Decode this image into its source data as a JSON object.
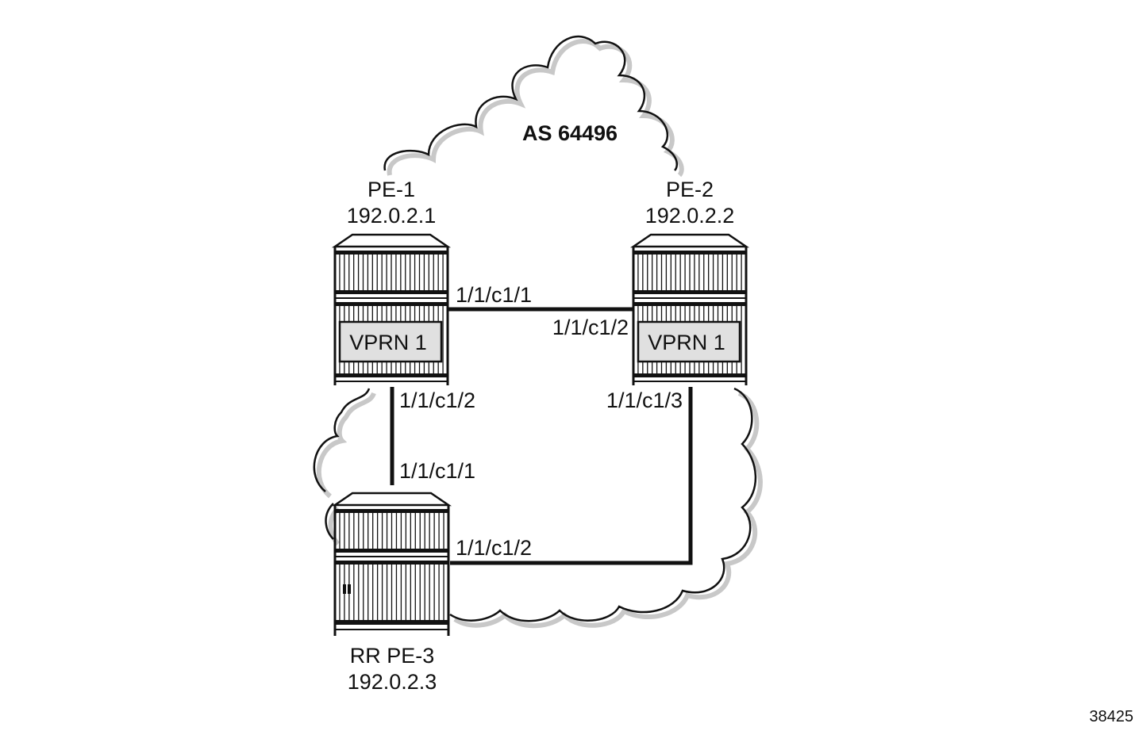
{
  "diagram": {
    "as_label": "AS 64496",
    "figure_number": "38425",
    "routers": [
      {
        "id": "pe1",
        "name": "PE-1",
        "ip": "192.0.2.1",
        "service": "VPRN 1"
      },
      {
        "id": "pe2",
        "name": "PE-2",
        "ip": "192.0.2.2",
        "service": "VPRN 1"
      },
      {
        "id": "pe3",
        "name": "RR PE-3",
        "ip": "192.0.2.3"
      }
    ],
    "ports": {
      "pe1_to_pe2": "1/1/c1/1",
      "pe2_to_pe1": "1/1/c1/2",
      "pe1_to_pe3": "1/1/c1/2",
      "pe2_to_pe3": "1/1/c1/3",
      "pe3_to_pe1": "1/1/c1/1",
      "pe3_to_pe2": "1/1/c1/2"
    },
    "colors": {
      "line": "#111111",
      "shadow": "#c8c8c8",
      "service_box": "#e0e0e0"
    }
  }
}
